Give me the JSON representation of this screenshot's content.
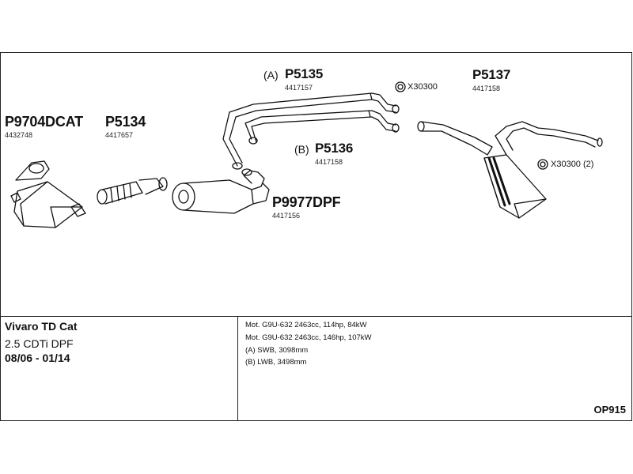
{
  "parts": {
    "p9704": {
      "number": "P9704DCAT",
      "code": "4432748"
    },
    "p5134": {
      "number": "P5134",
      "code": "4417657"
    },
    "p5135": {
      "variant": "(A)",
      "number": "P5135",
      "code": "4417157"
    },
    "p5136": {
      "variant": "(B)",
      "number": "P5136",
      "code": "4417158"
    },
    "p5137": {
      "number": "P5137",
      "code": "4417158"
    },
    "p9977": {
      "number": "P9977DPF",
      "code": "4417156"
    }
  },
  "clamps": [
    {
      "label": "X30300"
    },
    {
      "label": "X30300 (2)"
    }
  ],
  "vehicle": {
    "title": "Vivaro TD Cat",
    "engine": "2.5 CDTi DPF",
    "years": "08/06 - 01/14"
  },
  "specs": [
    "Mot. G9U-632 2463cc, 114hp, 84kW",
    "Mot. G9U-632 2463cc, 146hp, 107kW",
    "(A) SWB, 3098mm",
    "(B) LWB, 3498mm"
  ],
  "ref": "OP915"
}
